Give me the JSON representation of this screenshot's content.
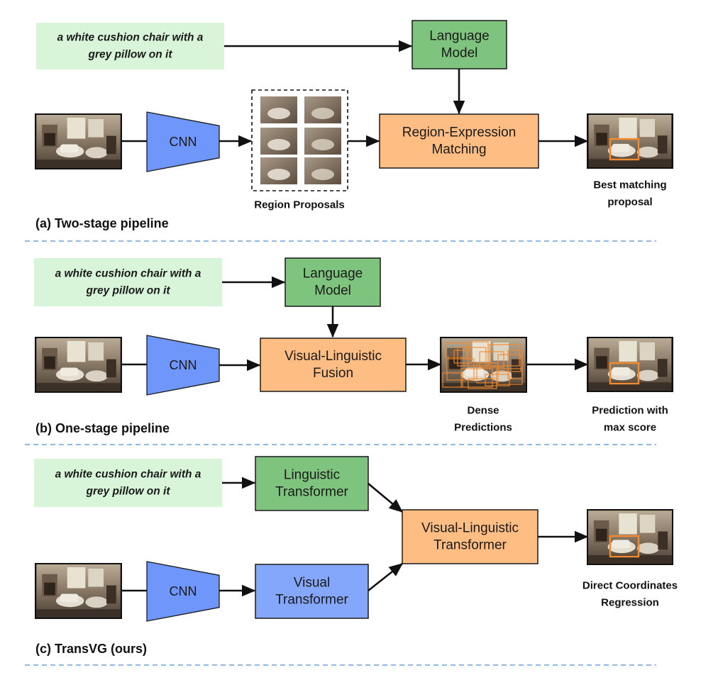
{
  "colors": {
    "query_bg": "#d9f5d9",
    "language_green": "#7ec47e",
    "fusion_orange": "#fdbd83",
    "cnn_blue": "#6f96fa",
    "visual_blue": "#84a6fb",
    "box_border": "#1a1a1a",
    "arrow": "#111111",
    "divider": "#4a90d9",
    "highlight": "#f58a2e"
  },
  "section_a": {
    "query": [
      "a white cushion chair with a",
      "grey pillow on it"
    ],
    "language_model": [
      "Language",
      "Model"
    ],
    "cnn": "CNN",
    "matching": [
      "Region-Expression",
      "Matching"
    ],
    "region_proposals": "Region Proposals",
    "result_caption": [
      "Best matching",
      "proposal"
    ],
    "title": "(a) Two-stage pipeline"
  },
  "section_b": {
    "query": [
      "a white cushion chair with a",
      "grey pillow on it"
    ],
    "language_model": [
      "Language",
      "Model"
    ],
    "cnn": "CNN",
    "fusion": [
      "Visual-Linguistic",
      "Fusion"
    ],
    "dense_caption": [
      "Dense",
      "Predictions"
    ],
    "result_caption": [
      "Prediction with",
      "max score"
    ],
    "title": "(b) One-stage pipeline"
  },
  "section_c": {
    "query": [
      "a white cushion chair with a",
      "grey pillow on it"
    ],
    "linguistic_transformer": [
      "Linguistic",
      "Transformer"
    ],
    "visual_transformer": [
      "Visual",
      "Transformer"
    ],
    "cnn": "CNN",
    "vl_transformer": [
      "Visual-Linguistic",
      "Transformer"
    ],
    "result_caption": [
      "Direct Coordinates",
      "Regression"
    ],
    "title": "(c) TransVG (ours)"
  }
}
